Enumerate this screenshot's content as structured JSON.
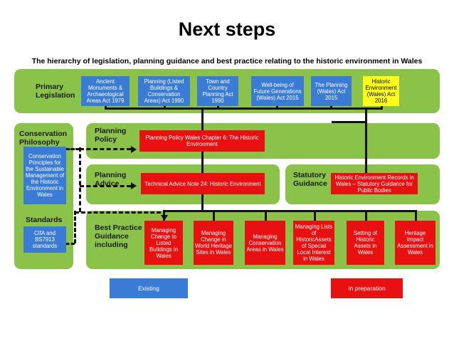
{
  "title": "Next steps",
  "subtitle": "The hierarchy of legislation, planning guidance and best practice relating to the historic environment in Wales",
  "sections": {
    "primary_legislation": "Primary Legislation",
    "conservation_philosophy": "Conservation Philosophy",
    "standards": "Standards",
    "planning_policy": "Planning Policy",
    "planning_advice": "Planning Advice",
    "statutory_guidance": "Statutory Guidance",
    "best_practice": "Best Practice Guidance including"
  },
  "legislation": [
    "Ancient Monuments & Archaeological Areas Act 1979",
    "Planning (Listed Buildings & Conservation Areas) Act 1990",
    "Town and Country Planning Act 1990",
    "Well-being of Future Generations (Wales) Act 2015",
    "The Planning (Wales) Act 2015",
    "Historic Environment (Wales) Act 2016"
  ],
  "conservation_principles": "Conservation Principles for the Sustainable Management of the Historic Environment in Wales",
  "standards_box": "CIfA and BS7913 standards",
  "planning_policy_box": "Planning Policy Wales Chapter 6: The Historic Environment",
  "planning_advice_box": "Technical Advice Note 24: Historic Environment",
  "statutory_guidance_box": "Historic Environment Records in Wales – Statutory Guidance for Public Bodies",
  "best_practice_items": [
    "Managing Change to Listed Buildings in Wales",
    "Managing Change in World Heritage Sites in Wales",
    "Managing Conservation Areas in Wales",
    "Managing Lists of HistoricAssets of Special Local Interest in Wales",
    "Setting of Historic Assets in Wales",
    "Heritage Impact Assessment in Wales"
  ],
  "legend": {
    "existing": "Existing",
    "in_preparation": "In preparation"
  },
  "colors": {
    "panel": "#8bc34a",
    "existing": "#3a7bd5",
    "in_preparation": "#e81010",
    "highlight": "#ffff1a"
  }
}
